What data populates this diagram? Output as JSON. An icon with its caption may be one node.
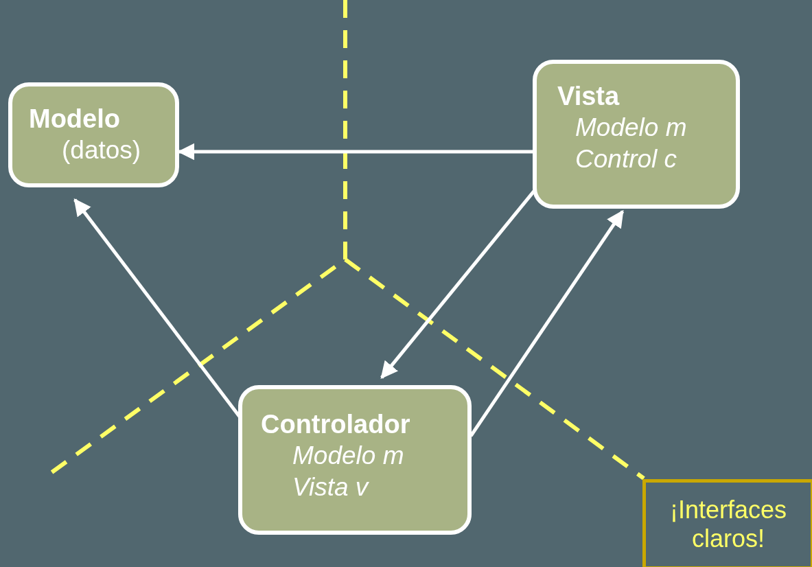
{
  "diagram": {
    "nodes": [
      {
        "text": [
          "Modelo",
          "(datos)"
        ]
      },
      {
        "text": [
          "Vista",
          "Modelo m",
          "Control c"
        ]
      },
      {
        "text": [
          "Controlador",
          "Modelo m",
          "Vista v"
        ]
      },
      {
        "text": [
          "¡Interfaces claros!"
        ]
      }
    ],
    "edges": [
      {
        "from": 1,
        "to": 0,
        "arrow": "to"
      },
      {
        "from": 1,
        "to": 2,
        "arrow": "to"
      },
      {
        "from": 2,
        "to": 0,
        "arrow": "to"
      },
      {
        "from": 2,
        "to": 1,
        "arrow": "to"
      }
    ]
  }
}
